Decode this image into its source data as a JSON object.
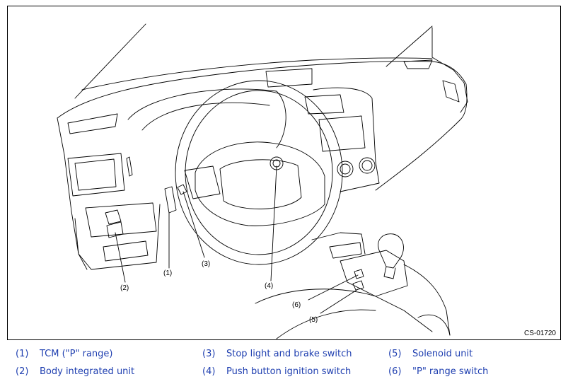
{
  "figure": {
    "code": "CS-01720",
    "callouts": [
      "(1)",
      "(2)",
      "(3)",
      "(4)",
      "(5)",
      "(6)"
    ]
  },
  "legend": [
    {
      "num": "(1)",
      "label": "TCM (\"P\" range)"
    },
    {
      "num": "(2)",
      "label": "Body integrated unit"
    },
    {
      "num": "(3)",
      "label": "Stop light and brake switch"
    },
    {
      "num": "(4)",
      "label": "Push button ignition switch"
    },
    {
      "num": "(5)",
      "label": "Solenoid unit"
    },
    {
      "num": "(6)",
      "label": "\"P\" range switch"
    }
  ],
  "colors": {
    "legend_text": "#1f3fb0",
    "line": "#000000"
  }
}
